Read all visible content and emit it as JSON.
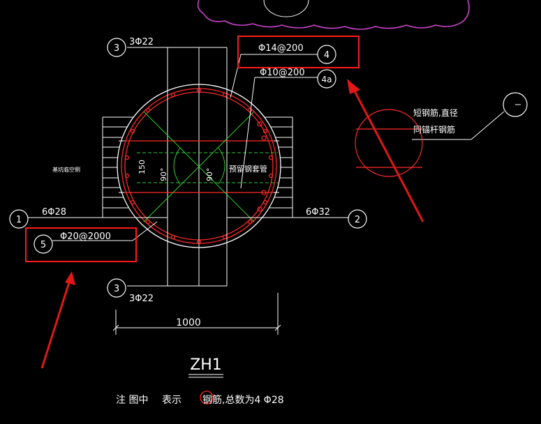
{
  "colors": {
    "background": "#000000",
    "line": "#ffffff",
    "rebar": "#ff2a2a",
    "tie": "#33cc33",
    "cloud": "#cc44cc",
    "highlight_box": "#ff1a1a",
    "arrow": "#e01818"
  },
  "callouts": {
    "n3_top": "3",
    "n3_bottom": "3",
    "n1": "1",
    "n2": "2",
    "n4": "4",
    "n4a": "4a",
    "n5": "5"
  },
  "rebar_labels": {
    "top": "3Φ22",
    "bottom": "3Φ22",
    "left": "6Φ28",
    "right": "6Φ32",
    "spiral": "Φ14@200",
    "stiffener": "Φ10@200",
    "ring": "Φ20@2000"
  },
  "annotations": {
    "left_note": "基坑临空侧",
    "preset_pipe": "预留钢套管",
    "dim_150": "150",
    "angle_left": "90°",
    "angle_right": "90°",
    "detail_line1": "短钢筋,直径",
    "detail_line2": "同锚杆钢筋"
  },
  "dimension": {
    "width_label": "1000"
  },
  "title": "ZH1",
  "note": {
    "prefix": "注 图中",
    "mid": "表示",
    "suffix": "钢筋,总数为4 Φ28"
  }
}
